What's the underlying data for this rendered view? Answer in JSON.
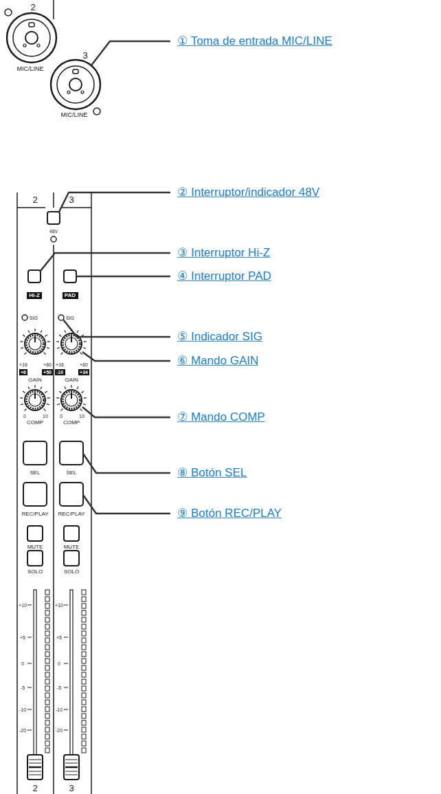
{
  "diagram": {
    "nodes": [
      {
        "text": [
          "Hi-Z"
        ]
      },
      {
        "text": [
          "PAD"
        ]
      },
      {
        "text": [
          "+6"
        ]
      },
      {
        "text": [
          "+50"
        ]
      },
      {
        "text": [
          "-10"
        ]
      },
      {
        "text": [
          "+34"
        ]
      }
    ],
    "labels": [
      "2",
      "MIC/LINE",
      "3",
      "MIC/LINE",
      "① Toma de entrada MIC/LINE",
      "2",
      "3",
      "② Interruptor/indicador 48V",
      "48V",
      "③ Interruptor Hi-Z",
      "④ Interruptor PAD",
      "SIG",
      "SIG",
      "⑤ Indicador SIG",
      "⑥ Mando GAIN",
      "+16",
      "+60",
      "GAIN",
      "+16",
      "+60",
      "GAIN",
      "⑦ Mando COMP",
      "0",
      "10",
      "COMP",
      "0",
      "10",
      "COMP",
      "SEL",
      "SEL",
      "⑧ Botón SEL",
      "REC/PLAY",
      "REC/PLAY",
      "⑨ Botón REC/PLAY",
      "MUTE",
      "SOLO",
      "MUTE",
      "SOLO",
      "+10",
      "+5",
      "0",
      "-5",
      "-10",
      "-20",
      "+10",
      "+5",
      "0",
      "-5",
      "-10",
      "-20",
      "2",
      "3"
    ]
  }
}
